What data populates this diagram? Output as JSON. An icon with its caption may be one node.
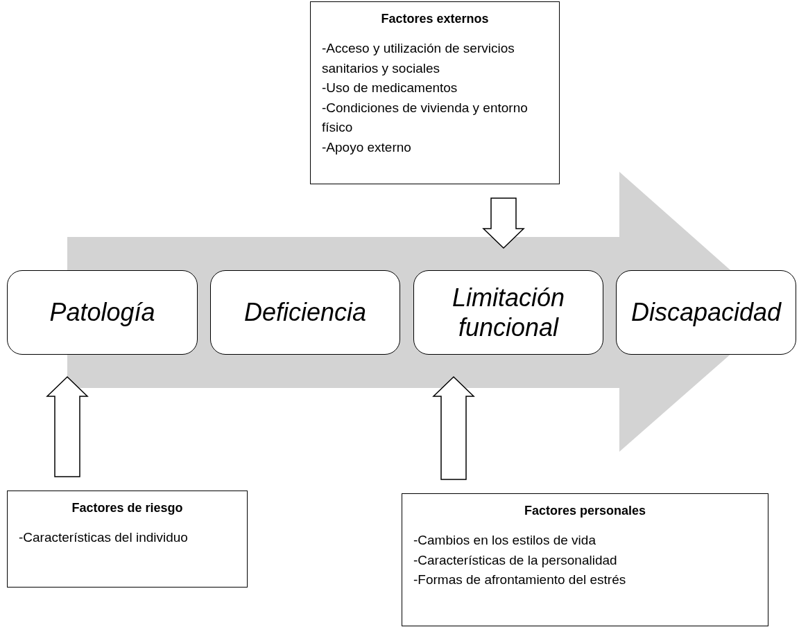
{
  "diagram": {
    "nodes": [
      {
        "text": [
          "Factores externos",
          "-Acceso y utilización de servicios sanitarios y sociales",
          "-Uso de medicamentos",
          "-Condiciones de vivienda y entorno físico",
          "-Apoyo externo"
        ]
      },
      {
        "text": [
          "Patología"
        ]
      },
      {
        "text": [
          "Deficiencia"
        ]
      },
      {
        "text": [
          "Limitación funcional"
        ]
      },
      {
        "text": [
          "Discapacidad"
        ]
      },
      {
        "text": [
          "Factores de riesgo",
          "-Características del individuo"
        ]
      },
      {
        "text": [
          "Factores personales",
          "-Cambios en los estilos de vida",
          "-Características de la personalidad",
          "-Formas de afrontamiento del estrés"
        ]
      }
    ],
    "edges": [
      {
        "from": 1,
        "to": 4,
        "arrow": "to",
        "color": "#d3d3d3"
      },
      {
        "from": 0,
        "to": 3,
        "arrow": "to"
      },
      {
        "from": 5,
        "to": 1,
        "arrow": "to"
      },
      {
        "from": 6,
        "to": 3,
        "arrow": "to"
      }
    ]
  }
}
